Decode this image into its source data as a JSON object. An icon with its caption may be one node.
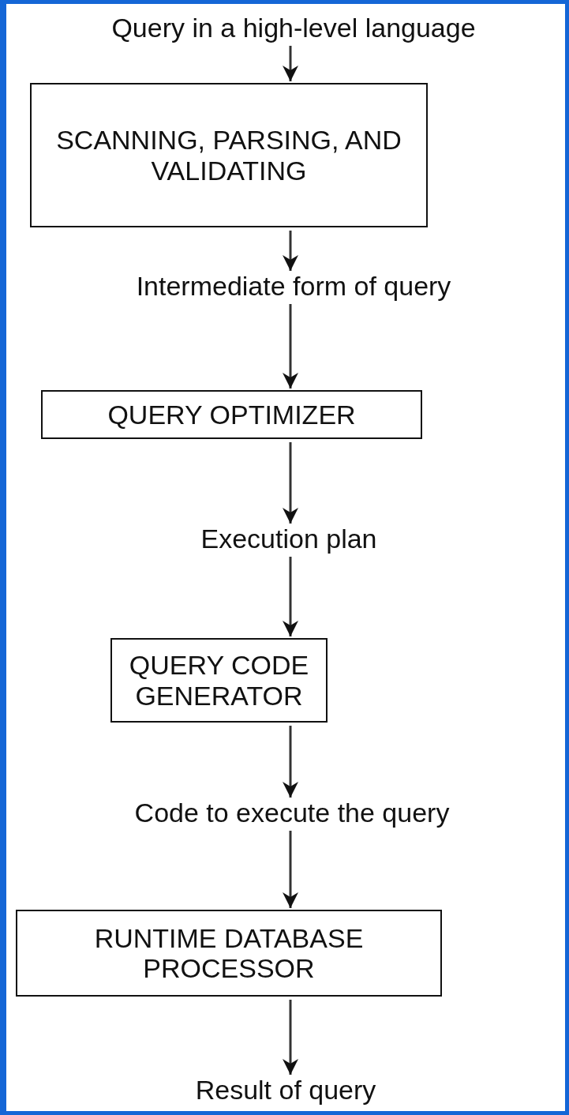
{
  "diagram": {
    "nodes": [
      {
        "text": [
          "Query in a high-level language"
        ]
      },
      {
        "text": [
          "SCANNING, PARSING, AND VALIDATING"
        ]
      },
      {
        "text": [
          "Intermediate form of query"
        ]
      },
      {
        "text": [
          "QUERY OPTIMIZER"
        ]
      },
      {
        "text": [
          "Execution plan"
        ]
      },
      {
        "text": [
          "QUERY CODE GENERATOR"
        ]
      },
      {
        "text": [
          "Code to execute the query"
        ]
      },
      {
        "text": [
          "RUNTIME DATABASE PROCESSOR"
        ]
      },
      {
        "text": [
          "Result of query"
        ]
      }
    ],
    "edges": [
      {
        "from": 0,
        "to": 1,
        "arrow": "to"
      },
      {
        "from": 1,
        "to": 2,
        "arrow": "to"
      },
      {
        "from": 2,
        "to": 3,
        "arrow": "to"
      },
      {
        "from": 3,
        "to": 4,
        "arrow": "to"
      },
      {
        "from": 4,
        "to": 5,
        "arrow": "to"
      },
      {
        "from": 5,
        "to": 6,
        "arrow": "to"
      },
      {
        "from": 6,
        "to": 7,
        "arrow": "to"
      },
      {
        "from": 7,
        "to": 8,
        "arrow": "to"
      }
    ]
  }
}
